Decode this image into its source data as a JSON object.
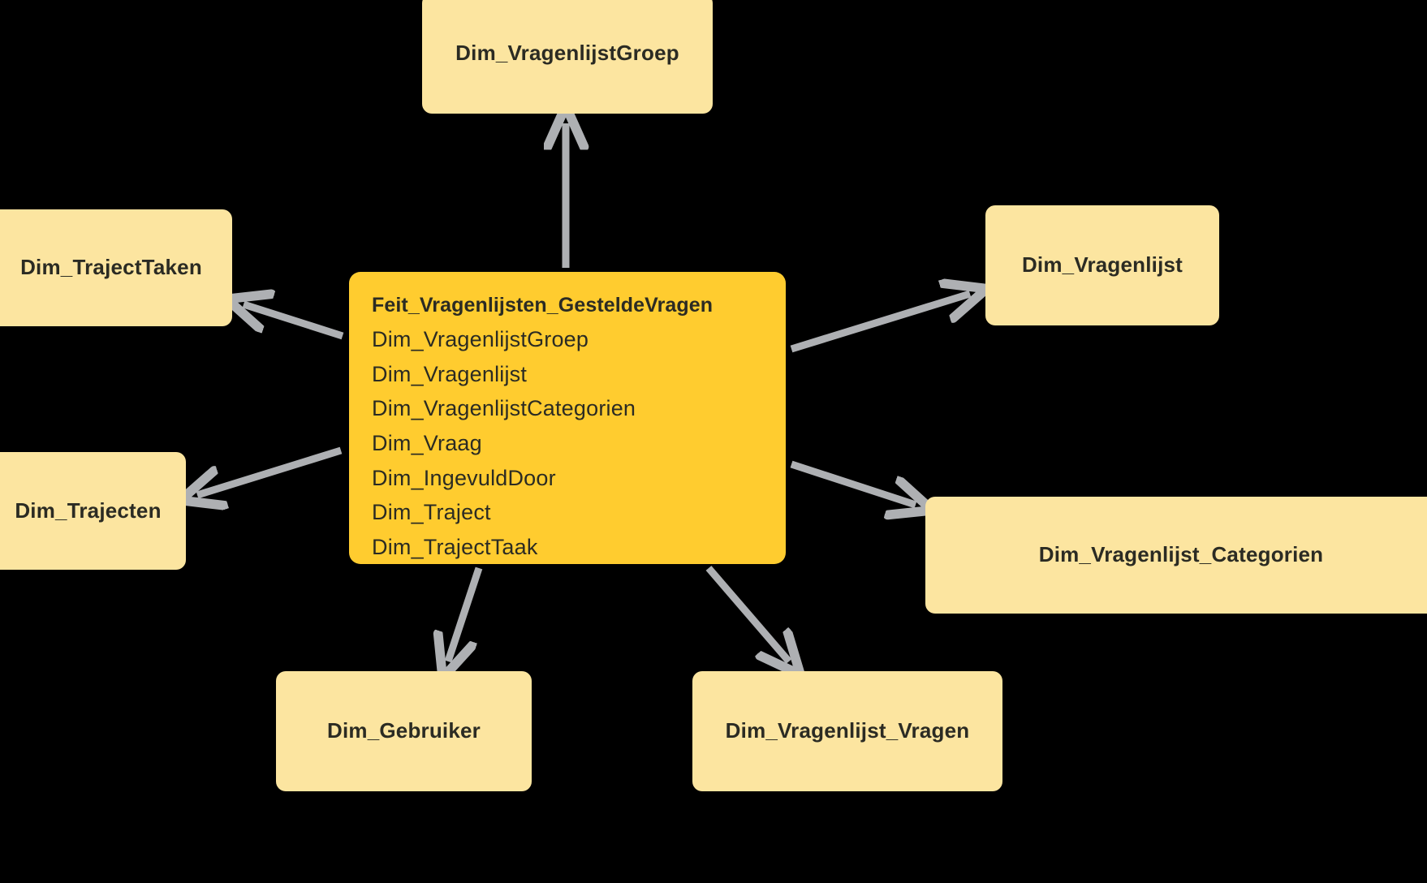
{
  "diagram": {
    "title": "Feit_Vragenlijsten_GesteldeVragen star schema",
    "background_color": "#000000",
    "fact_color": "#FFCC2F",
    "dimension_color": "#FCE5A0",
    "arrow_color": "#AEB0B3",
    "text_color": "#2b2b23"
  },
  "fact_table": {
    "name": "Feit_Vragenlijsten_GesteldeVragen",
    "fields": [
      "Dim_VragenlijstGroep",
      "Dim_Vragenlijst",
      "Dim_VragenlijstCategorien",
      "Dim_Vraag",
      "Dim_IngevuldDoor",
      "Dim_Traject",
      "Dim_TrajectTaak"
    ]
  },
  "dimension_tables": [
    {
      "name": "Dim_VragenlijstGroep"
    },
    {
      "name": "Dim_TrajectTaken"
    },
    {
      "name": "Dim_Vragenlijst"
    },
    {
      "name": "Dim_Trajecten"
    },
    {
      "name": "Dim_Vragenlijst_Categorien"
    },
    {
      "name": "Dim_Gebruiker"
    },
    {
      "name": "Dim_Vragenlijst_Vragen"
    }
  ],
  "relationships": [
    {
      "from": "Feit_Vragenlijsten_GesteldeVragen",
      "to": "Dim_VragenlijstGroep",
      "direction": "up"
    },
    {
      "from": "Feit_Vragenlijsten_GesteldeVragen",
      "to": "Dim_TrajectTaken",
      "direction": "up-left"
    },
    {
      "from": "Feit_Vragenlijsten_GesteldeVragen",
      "to": "Dim_Vragenlijst",
      "direction": "up-right"
    },
    {
      "from": "Feit_Vragenlijsten_GesteldeVragen",
      "to": "Dim_Trajecten",
      "direction": "left"
    },
    {
      "from": "Feit_Vragenlijsten_GesteldeVragen",
      "to": "Dim_Vragenlijst_Categorien",
      "direction": "down-right"
    },
    {
      "from": "Feit_Vragenlijsten_GesteldeVragen",
      "to": "Dim_Gebruiker",
      "direction": "down-left"
    },
    {
      "from": "Feit_Vragenlijsten_GesteldeVragen",
      "to": "Dim_Vragenlijst_Vragen",
      "direction": "down-right"
    }
  ]
}
